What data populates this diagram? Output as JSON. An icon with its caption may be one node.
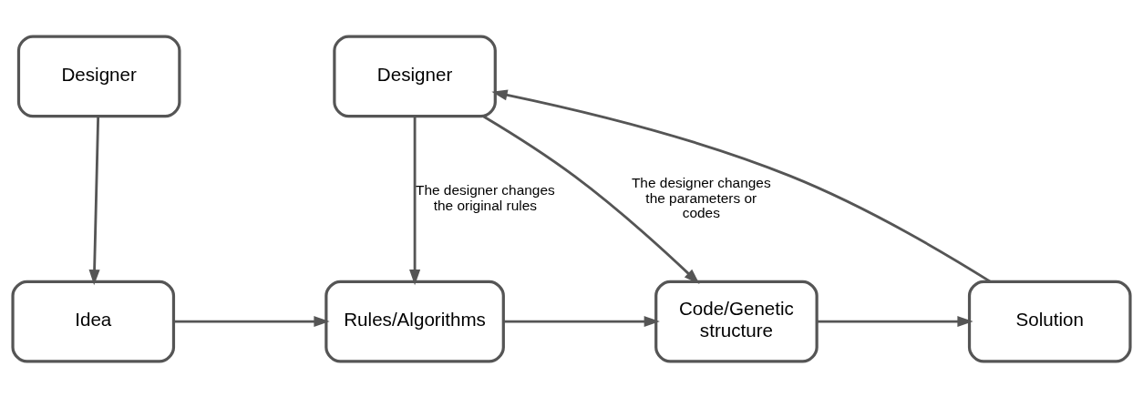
{
  "diagram": {
    "nodes": [
      {
        "text": [
          "Designer"
        ]
      },
      {
        "text": [
          "Designer"
        ]
      },
      {
        "text": [
          "Idea"
        ]
      },
      {
        "text": [
          "Rules/Algorithms"
        ]
      },
      {
        "text": [
          "Code/Genetic structure"
        ]
      },
      {
        "text": [
          "Solution"
        ]
      }
    ],
    "edges": [
      {
        "from": 0,
        "to": 2,
        "arrow": "to"
      },
      {
        "from": 2,
        "to": 3,
        "arrow": "to"
      },
      {
        "from": 3,
        "to": 4,
        "arrow": "to"
      },
      {
        "from": 4,
        "to": 5,
        "arrow": "to"
      },
      {
        "from": 5,
        "to": 1,
        "arrow": "to"
      },
      {
        "from": 1,
        "to": 3,
        "arrow": "to",
        "label": "The designer changes the original rules"
      },
      {
        "from": 1,
        "to": 4,
        "arrow": "to",
        "label": "The designer changes the parameters or codes"
      }
    ]
  }
}
